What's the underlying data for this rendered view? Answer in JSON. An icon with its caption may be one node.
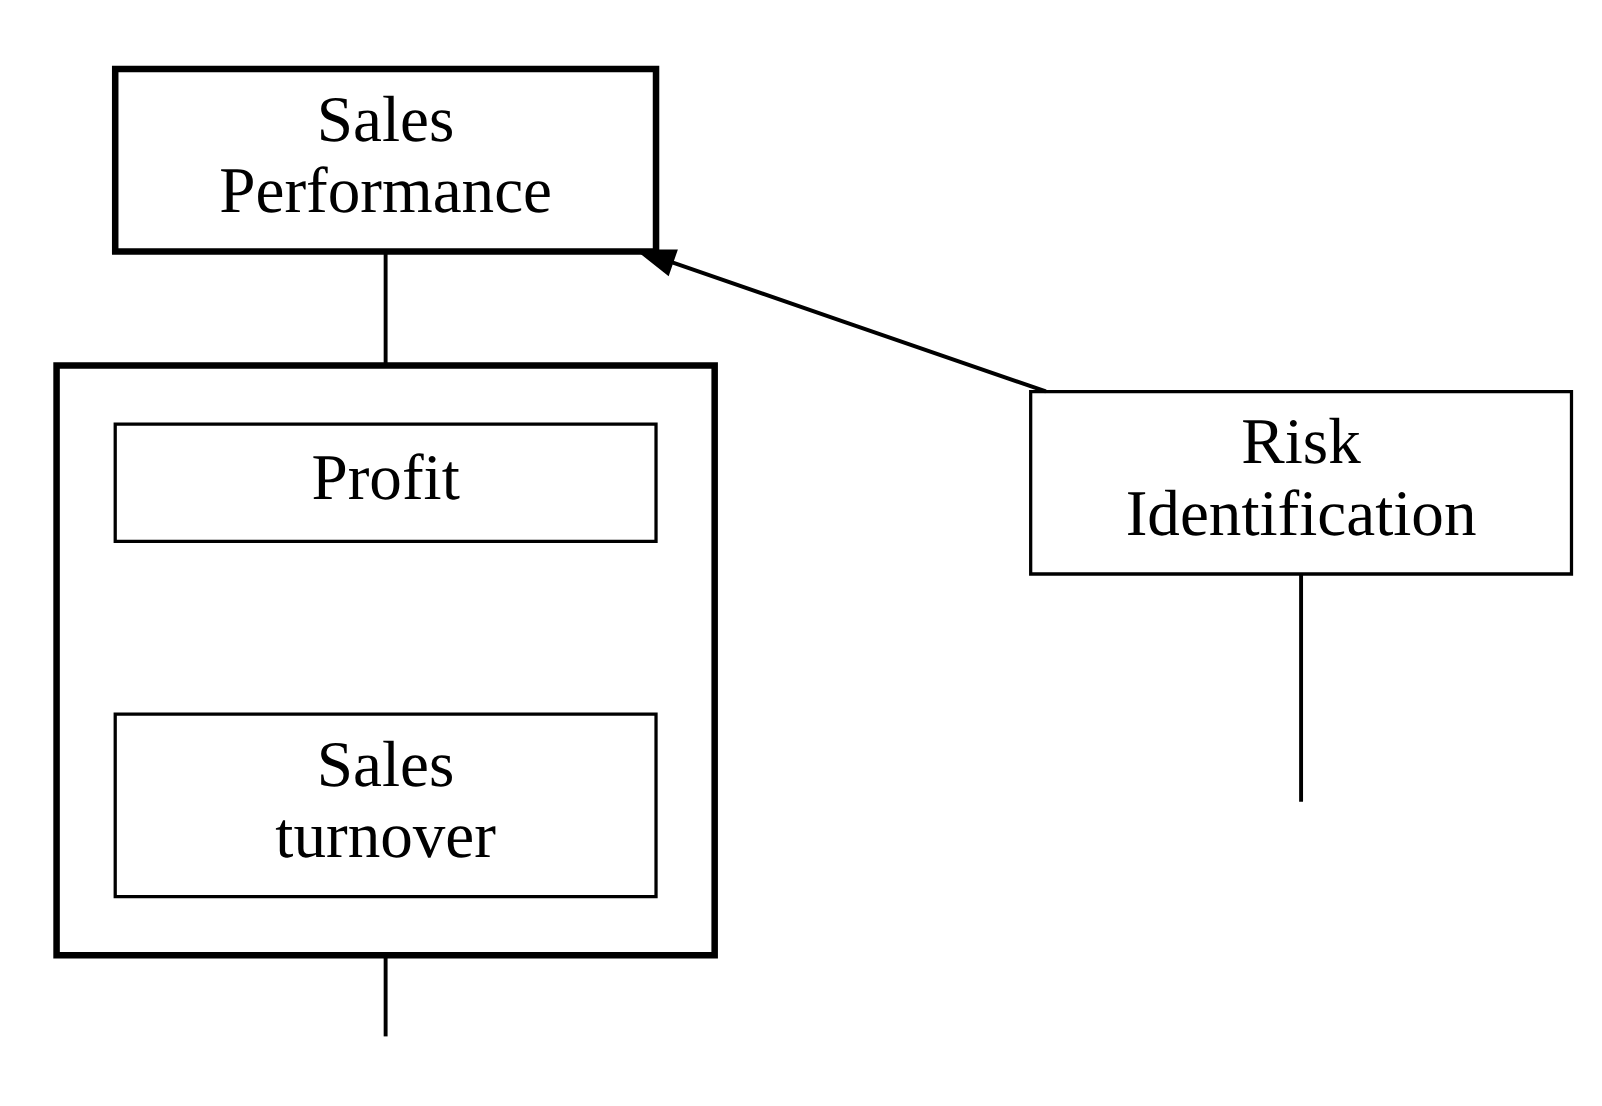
{
  "diagram": {
    "nodes": [
      {
        "text": [
          "Risk Identification"
        ]
      },
      {
        "text": [
          "Sales Performance"
        ]
      },
      {
        "text": [],
        "shape": "box"
      },
      {
        "text": [
          "Profit"
        ],
        "in": 2
      },
      {
        "text": [
          "Sales turnover"
        ],
        "in": 2
      }
    ],
    "edges": [
      {
        "from": 0,
        "to": 1,
        "arrow": "to"
      },
      {
        "from": 1,
        "to": 2,
        "arrow": "none"
      },
      {
        "from": 0,
        "to": null,
        "arrow": "none"
      },
      {
        "from": 2,
        "to": null,
        "arrow": "none"
      }
    ]
  }
}
